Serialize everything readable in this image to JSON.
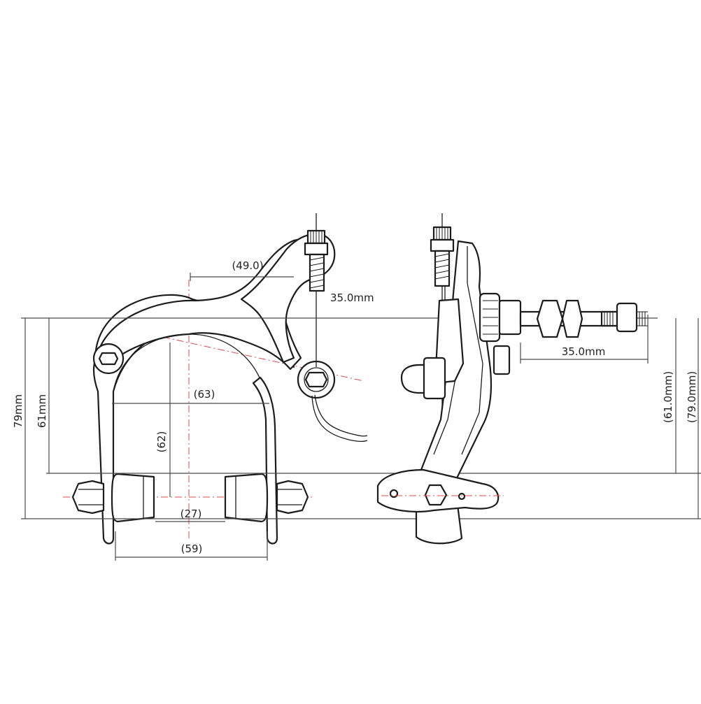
{
  "colors": {
    "line": "#1c1c1c",
    "dimension": "#4a4a4a",
    "centerline": "#e24a4a",
    "background": "#ffffff"
  },
  "front_view": {
    "dim_arm_offset": "(49.0)",
    "dim_cable_length": "35.0mm",
    "dim_inner_width": "(63)",
    "dim_inner_height": "(62)",
    "dim_pad_gap": "(27)",
    "dim_outer_width": "(59)",
    "dim_overall_height": "79mm",
    "dim_reach": "61mm"
  },
  "side_view": {
    "dim_bolt_length": "35.0mm",
    "dim_reach": "(61.0mm)",
    "dim_overall_height": "(79.0mm)"
  }
}
